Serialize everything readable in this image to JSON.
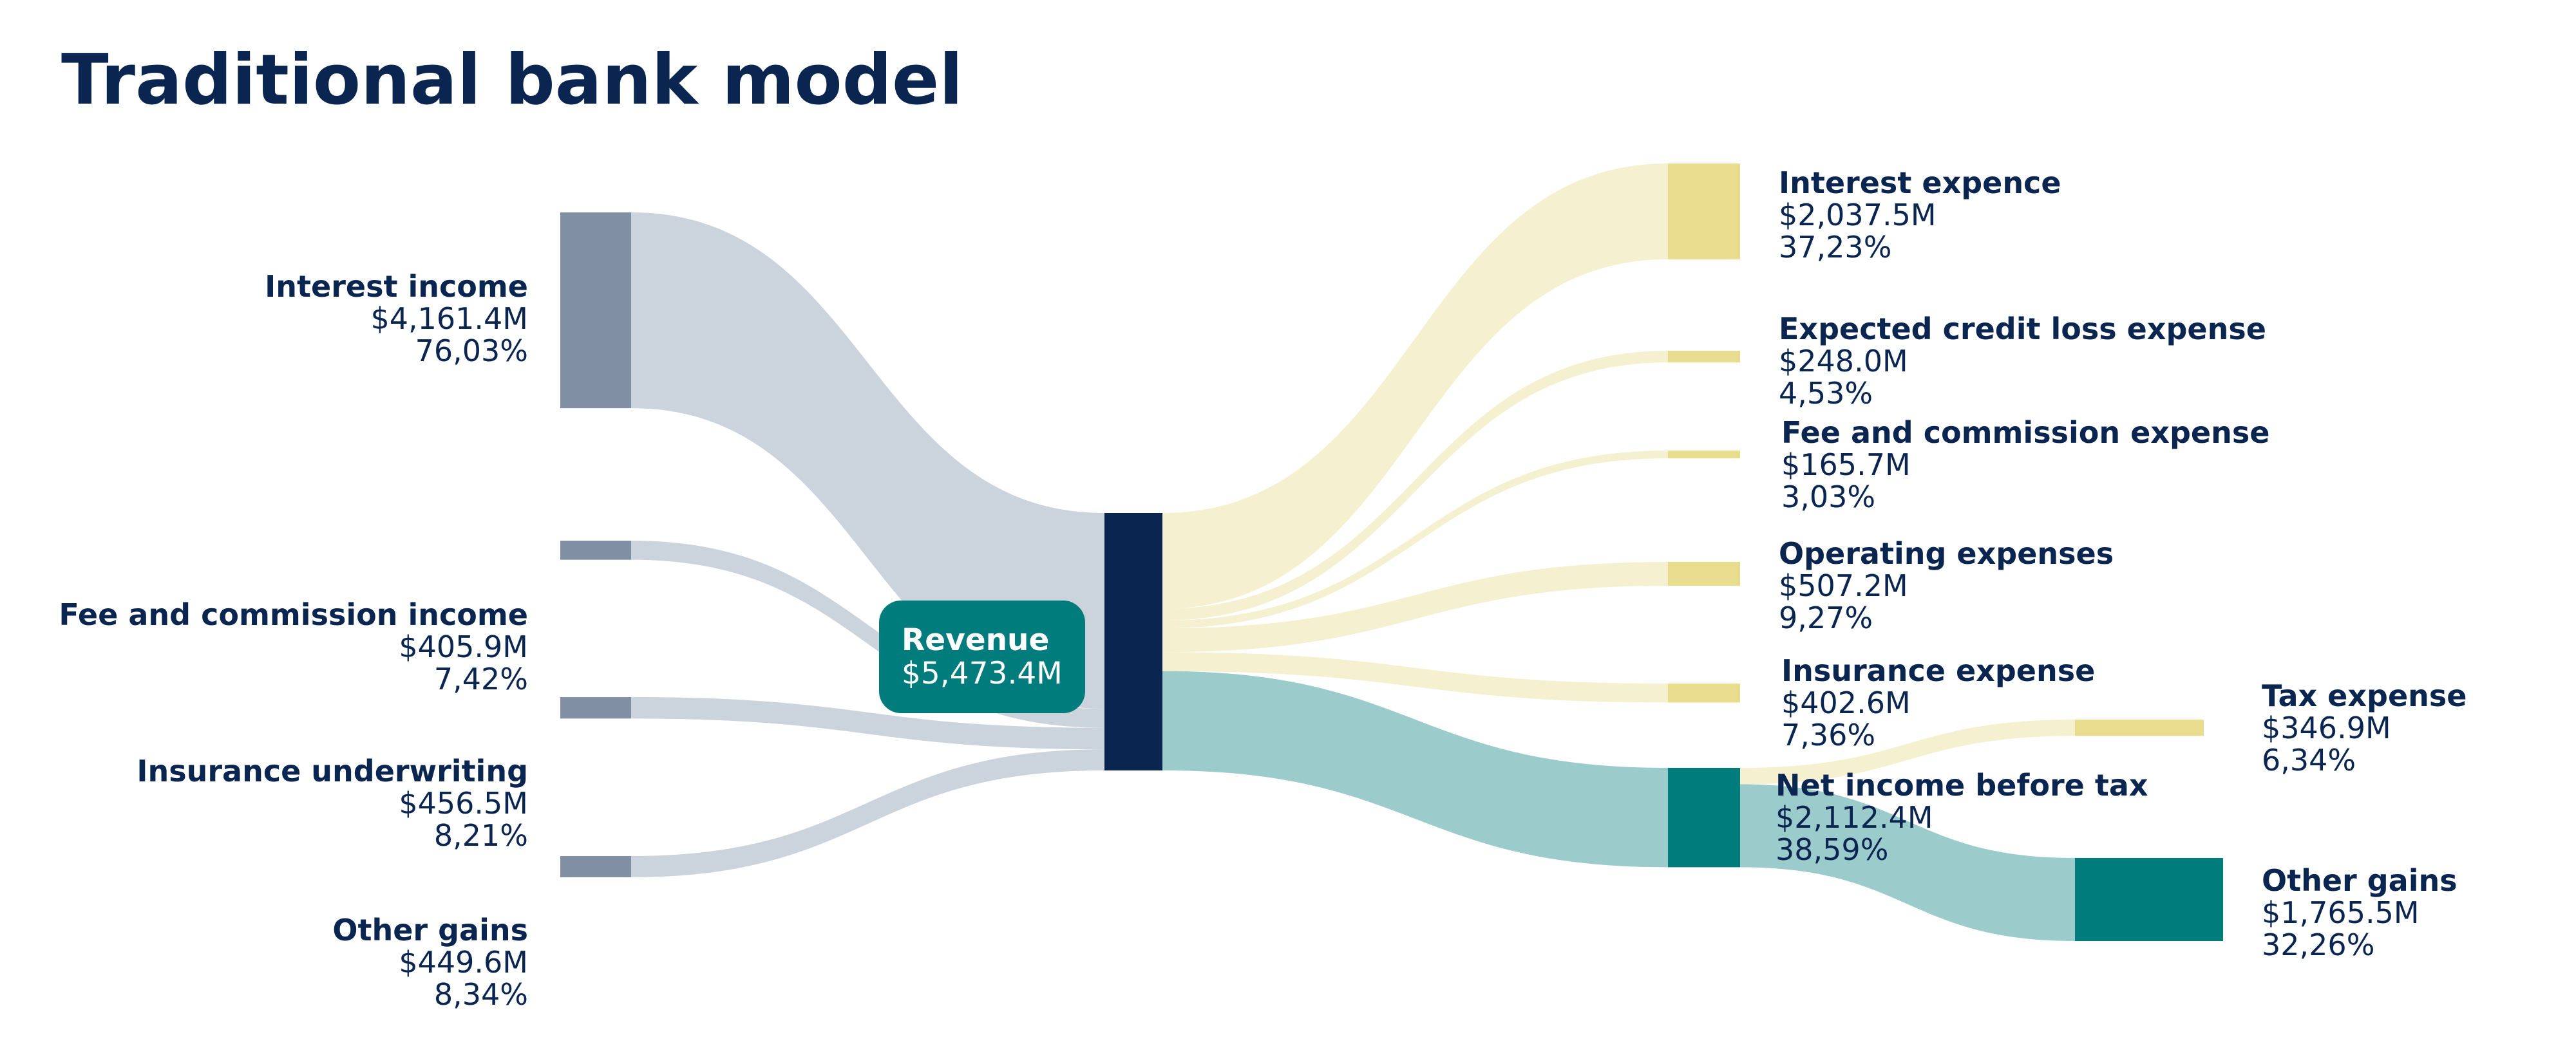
{
  "title": "Traditional bank model",
  "colors": {
    "title": "#0a2550",
    "income_node": "#808fa3",
    "income_flow": "#cbd3dc",
    "revenue_node": "#0a2550",
    "expense_node": "#e8dc8e",
    "expense_flow": "#f5f0cf",
    "profit_node": "#007c7c",
    "profit_flow": "#9ccbcc",
    "revenue_badge": "#007c7c"
  },
  "chart_data": {
    "type": "sankey",
    "title": "Traditional bank model",
    "units": "$M",
    "sources": [
      {
        "name": "Interest income",
        "value_label": "$4,161.4M",
        "pct_label": "76,03%",
        "value": 4161.4
      },
      {
        "name": "Fee and commission income",
        "value_label": "$405.9M",
        "pct_label": "7,42%",
        "value": 405.9
      },
      {
        "name": "Insurance underwriting",
        "value_label": "$456.5M",
        "pct_label": "8,21%",
        "value": 456.5
      },
      {
        "name": "Other gains",
        "value_label": "$449.6M",
        "pct_label": "8,34%",
        "value": 449.6
      }
    ],
    "hub": {
      "name": "Revenue",
      "value_label": "$5,473.4M",
      "value": 5473.4
    },
    "expenses": [
      {
        "name": "Interest expence",
        "value_label": "$2,037.5M",
        "pct_label": "37,23%",
        "value": 2037.5
      },
      {
        "name": "Expected credit loss expense",
        "value_label": "$248.0M",
        "pct_label": "4,53%",
        "value": 248.0
      },
      {
        "name": "Fee and commission expense",
        "value_label": "$165.7M",
        "pct_label": "3,03%",
        "value": 165.7
      },
      {
        "name": "Operating expenses",
        "value_label": "$507.2M",
        "pct_label": "9,27%",
        "value": 507.2
      },
      {
        "name": "Insurance expense",
        "value_label": "$402.6M",
        "pct_label": "7,36%",
        "value": 402.6
      }
    ],
    "net_income": {
      "name": "Net income before tax",
      "value_label": "$2,112.4M",
      "pct_label": "38,59%",
      "value": 2112.4
    },
    "final": [
      {
        "name": "Tax expense",
        "value_label": "$346.9M",
        "pct_label": "6,34%",
        "value": 346.9
      },
      {
        "name": "Other gains",
        "value_label": "$1,765.5M",
        "pct_label": "32,26%",
        "value": 1765.5
      }
    ]
  }
}
